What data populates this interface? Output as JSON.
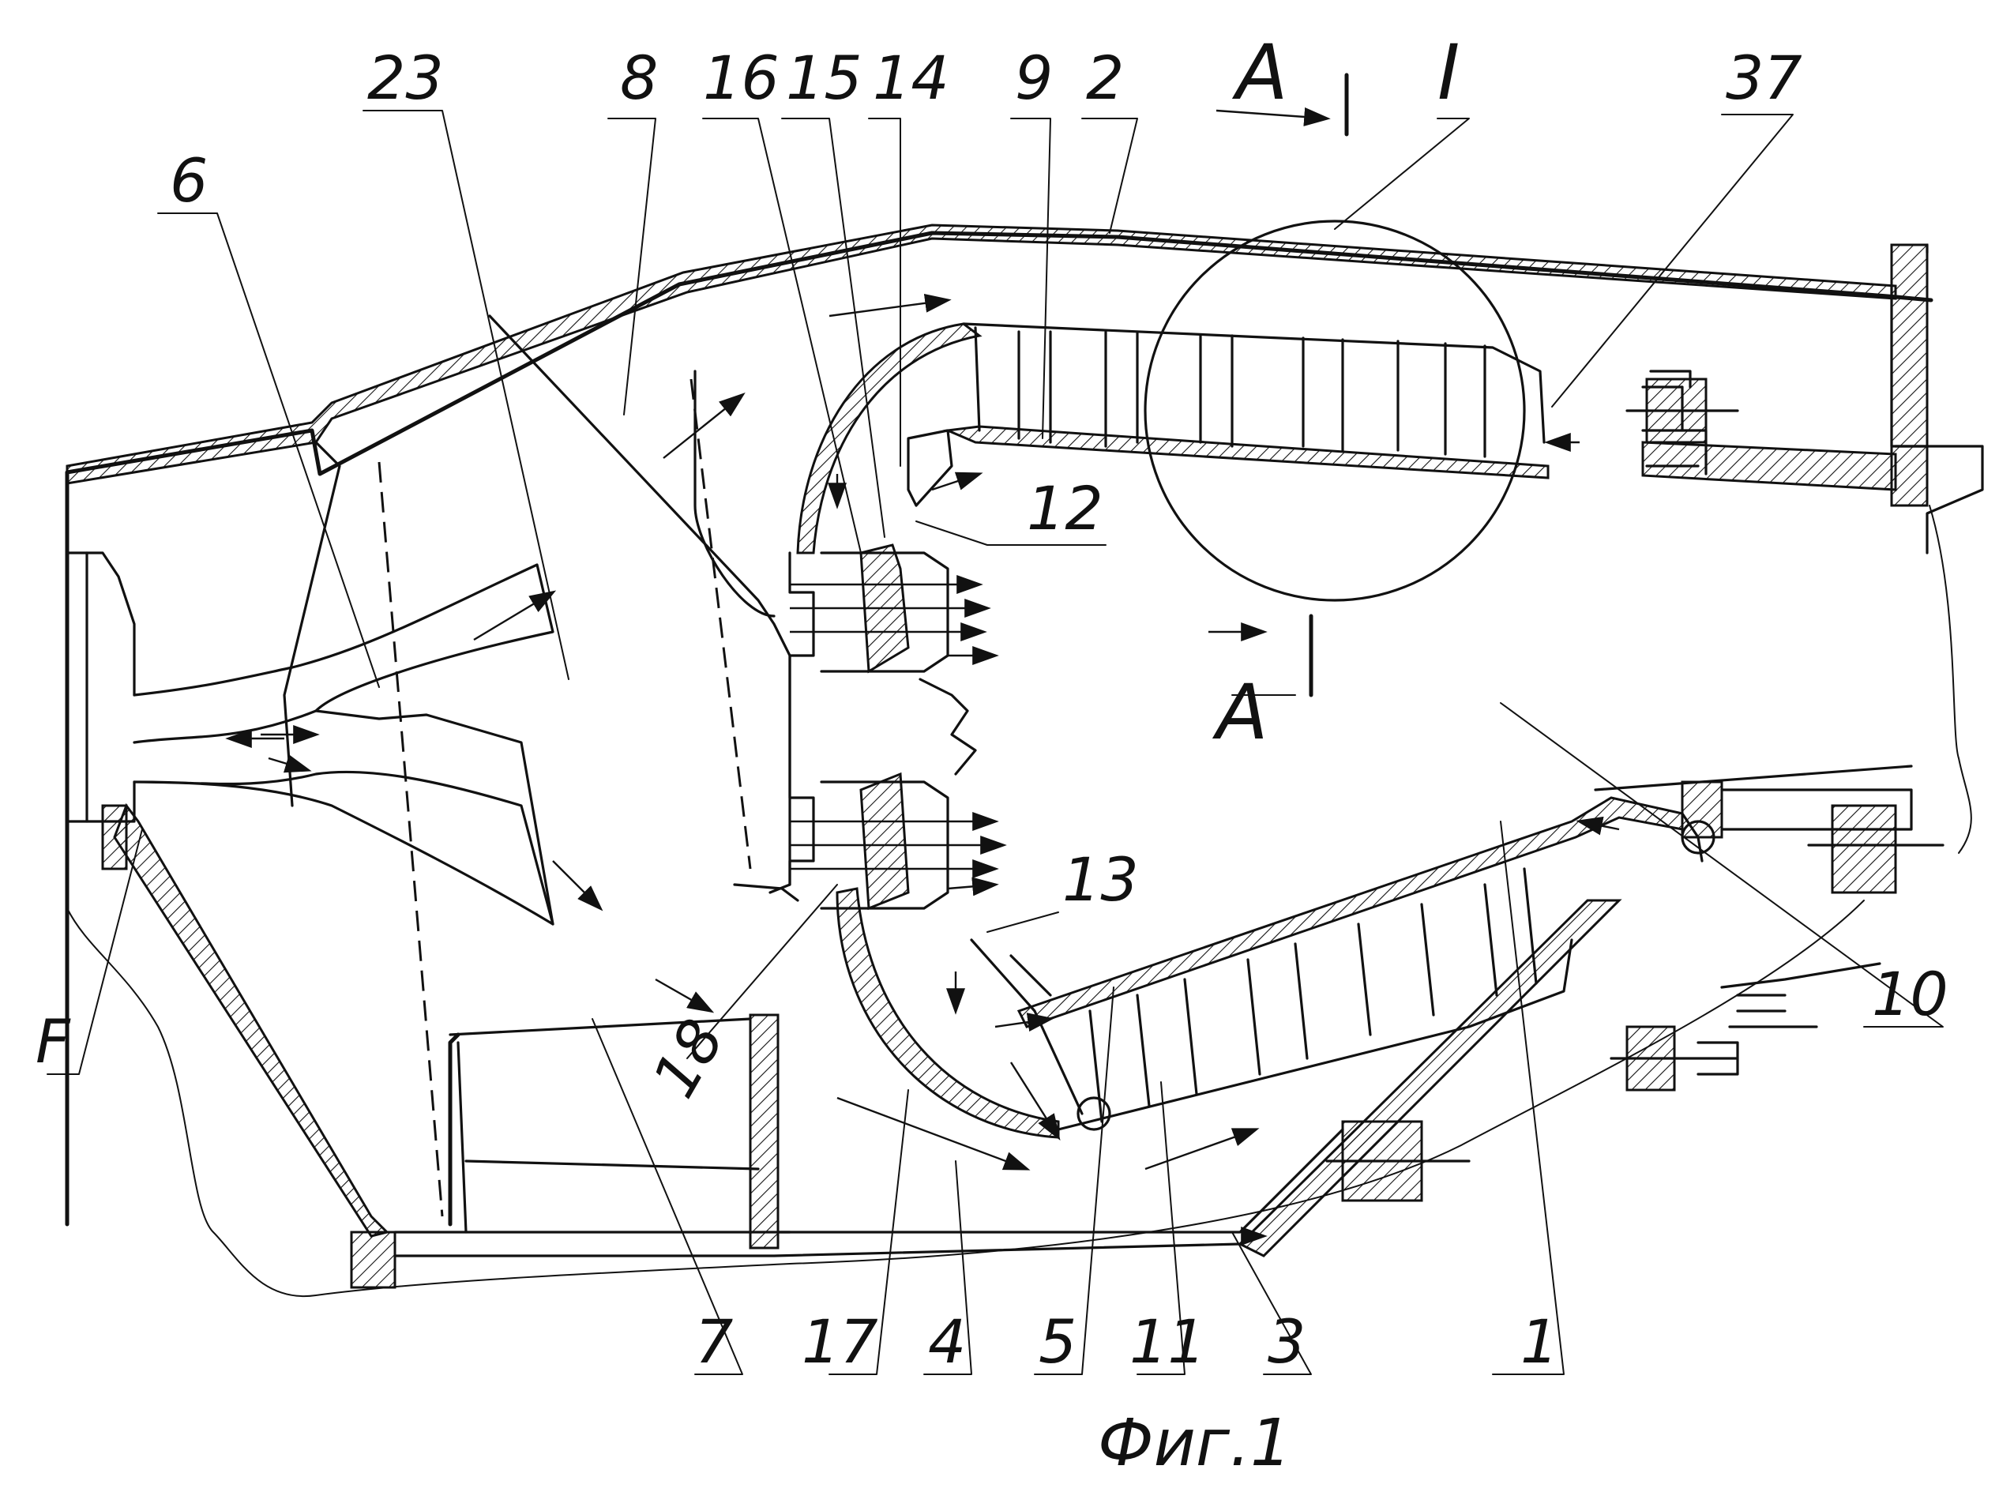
{
  "figure": {
    "caption": "Фиг.1",
    "section_mark_top": "A",
    "section_mark_mid": "A",
    "detail_mark": "I"
  },
  "callouts": {
    "top": [
      "23",
      "8",
      "16",
      "15",
      "14",
      "9",
      "2",
      "37"
    ],
    "bottom": [
      "7",
      "17",
      "4",
      "5",
      "11",
      "3",
      "1"
    ],
    "side": [
      "6",
      "F",
      "12",
      "13",
      "18",
      "10"
    ]
  }
}
